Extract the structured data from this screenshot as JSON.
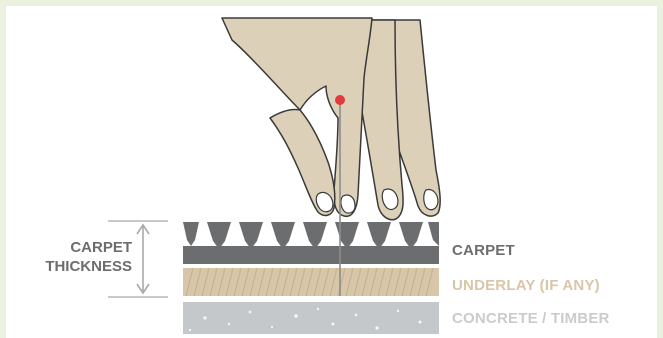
{
  "labels": {
    "carpet": "CARPET",
    "underlay": "UNDERLAY (IF ANY)",
    "concrete": "CONCRETE / TIMBER",
    "thickness_line1": "CARPET",
    "thickness_line2": "THICKNESS"
  },
  "colors": {
    "frame": "#eaf1dc",
    "carpet": "#6b6d6f",
    "underlay": "#d8c6a8",
    "concrete": "#c4c8ca",
    "hand_skin": "#dcd0b8",
    "hand_outline": "#3a3a3a",
    "needle_head": "#e03a3a",
    "label_carpet": "#6b6d6f",
    "label_underlay": "#d8c6a8",
    "label_concrete": "#c9ccce",
    "label_thickness": "#6b6d6f",
    "measure_lines": "#a7a9ab"
  },
  "icons": {
    "hand": "hand-icon",
    "needle": "measuring-pin-icon",
    "arrow": "double-arrow-icon"
  }
}
